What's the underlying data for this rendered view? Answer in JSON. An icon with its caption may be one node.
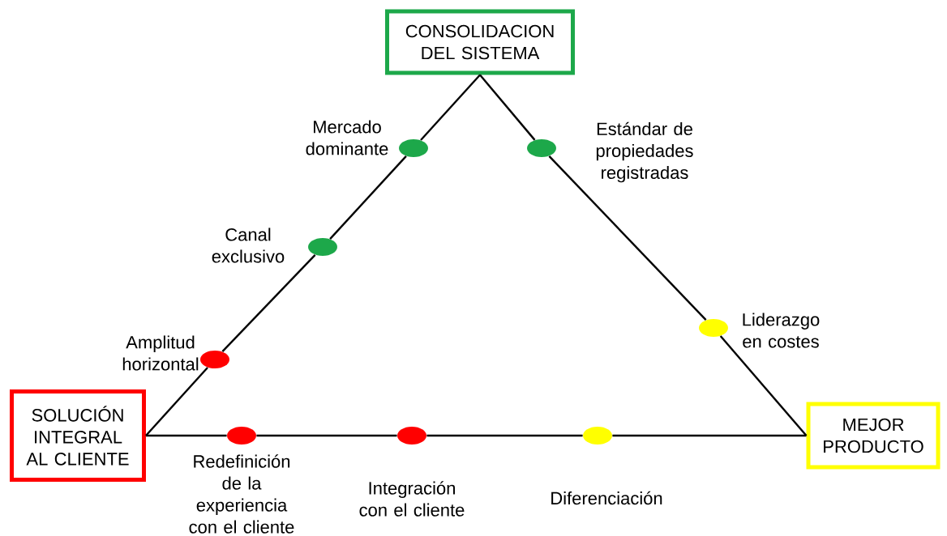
{
  "diagram": {
    "nodes": [
      {
        "text": [
          "CONSOLIDACION DEL SISTEMA"
        ]
      },
      {
        "text": [
          "SOLUCIÓN INTEGRAL AL CLIENTE"
        ]
      },
      {
        "text": [
          "MEJOR PRODUCTO"
        ]
      },
      {
        "text": [],
        "shape": "circle",
        "beside": [
          "Mercado dominante"
        ]
      },
      {
        "text": [],
        "shape": "circle",
        "beside": [
          "Estándar de propiedades registradas"
        ]
      },
      {
        "text": [],
        "shape": "circle",
        "beside": [
          "Canal exclusivo"
        ]
      },
      {
        "text": [],
        "shape": "circle",
        "beside": [
          "Liderazgo en costes"
        ]
      },
      {
        "text": [],
        "shape": "circle",
        "beside": [
          "Amplitud horizontal"
        ]
      },
      {
        "text": [],
        "shape": "circle",
        "beside": [
          "Redefinición de la experiencia con el cliente"
        ]
      },
      {
        "text": [],
        "shape": "circle",
        "beside": [
          "Integración con el cliente"
        ]
      },
      {
        "text": [],
        "shape": "circle",
        "beside": [
          "Diferenciación"
        ]
      }
    ],
    "edges": [
      {
        "from": 1,
        "to": 7,
        "arrow": "none"
      },
      {
        "from": 7,
        "to": 5,
        "arrow": "none"
      },
      {
        "from": 5,
        "to": 3,
        "arrow": "none"
      },
      {
        "from": 3,
        "to": 0,
        "arrow": "none"
      },
      {
        "from": 0,
        "to": 4,
        "arrow": "none"
      },
      {
        "from": 4,
        "to": 6,
        "arrow": "none"
      },
      {
        "from": 6,
        "to": 2,
        "arrow": "none"
      },
      {
        "from": 1,
        "to": 8,
        "arrow": "none"
      },
      {
        "from": 8,
        "to": 9,
        "arrow": "none"
      },
      {
        "from": 9,
        "to": 10,
        "arrow": "none"
      },
      {
        "from": 10,
        "to": 2,
        "arrow": "none"
      }
    ]
  }
}
